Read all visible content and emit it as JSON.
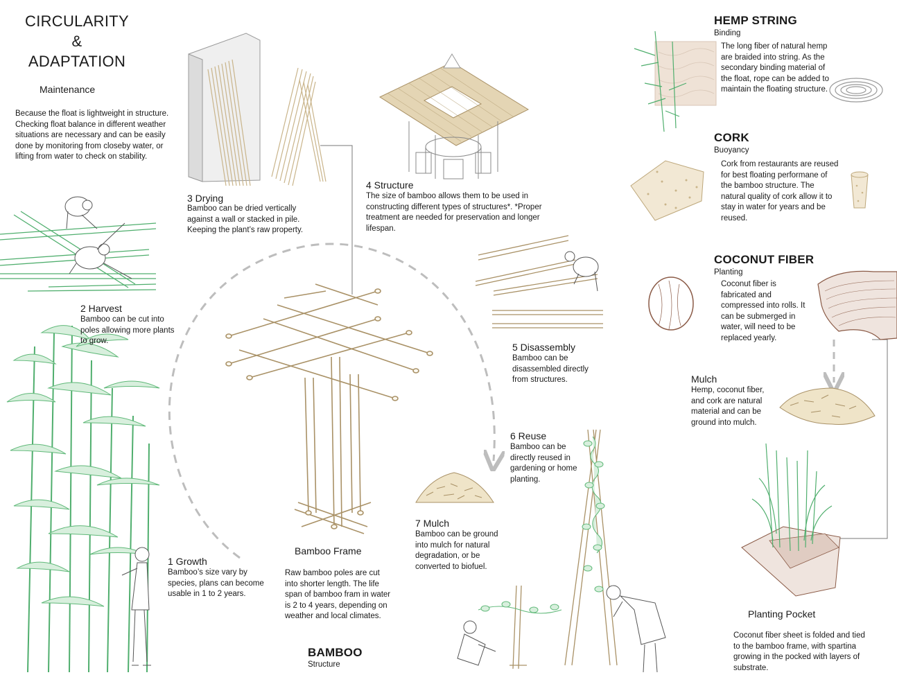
{
  "title": {
    "line1": "CIRCULARITY",
    "line2": "&",
    "line3": "ADAPTATION"
  },
  "maintenance": {
    "heading": "Maintenance",
    "body": "Because the float is lightweight in structure. Checking float balance in different weather situations are necessary and can be easily done by monitoring from closeby water, or lifting from water to check on stability."
  },
  "cycle": {
    "growth": {
      "heading": "1 Growth",
      "body": "Bamboo’s size vary by species, plans can become usable in 1 to 2 years."
    },
    "harvest": {
      "heading": "2 Harvest",
      "body": "Bamboo can be cut into poles allowing more plants to grow."
    },
    "drying": {
      "heading": "3 Drying",
      "body": "Bamboo can be dried vertically against a wall or stacked in pile. Keeping the plant’s raw property."
    },
    "structure": {
      "heading": "4 Structure",
      "body": "The size of bamboo allows them to be used in constructing different types of structures*. *Proper treatment are needed for preservation and longer lifespan."
    },
    "disassembly": {
      "heading": "5 Disassembly",
      "body": "Bamboo can be disassembled directly from structures."
    },
    "reuse": {
      "heading": "6 Reuse",
      "body": "Bamboo can be directly reused in gardening or home planting."
    },
    "mulch": {
      "heading": "7 Mulch",
      "body": "Bamboo can be ground into mulch for natural degradation, or be converted to biofuel."
    }
  },
  "frame": {
    "heading": "Bamboo Frame",
    "body": "Raw bamboo poles are cut into shorter length. The life span of bamboo fram in water is 2 to 4 years, depending on weather and local climates."
  },
  "bamboo_label": {
    "title": "BAMBOO",
    "subtitle": "Structure"
  },
  "materials": {
    "hemp": {
      "title": "HEMP STRING",
      "subtitle": "Binding",
      "body": "The long fiber of natural hemp are braided into string. As the secondary binding material of the float, rope can be added to maintain the floating structure."
    },
    "cork": {
      "title": "CORK",
      "subtitle": "Buoyancy",
      "body": "Cork from restaurants are reused for best floating performane of the bamboo structure. The natural quality of cork allow it to stay in water for years and be reused."
    },
    "coconut": {
      "title": "COCONUT FIBER",
      "subtitle": "Planting",
      "body": "Coconut fiber is fabricated and compressed into rolls. It can be submerged in water, will need to be replaced yearly."
    },
    "mulch": {
      "heading": "Mulch",
      "body": "Hemp, coconut fiber, and cork are natural material and can be ground into mulch."
    },
    "pocket": {
      "heading": "Planting Pocket",
      "body": "Coconut fiber sheet is folded and tied to the bamboo frame, with spartina growing in the pocked with layers of substrate."
    }
  },
  "colors": {
    "bamboo_green": "#5fb878",
    "bamboo_tan": "#c9b48a",
    "coconut_brown": "#8a5a46",
    "arrow_gray": "#bdbdbd"
  }
}
